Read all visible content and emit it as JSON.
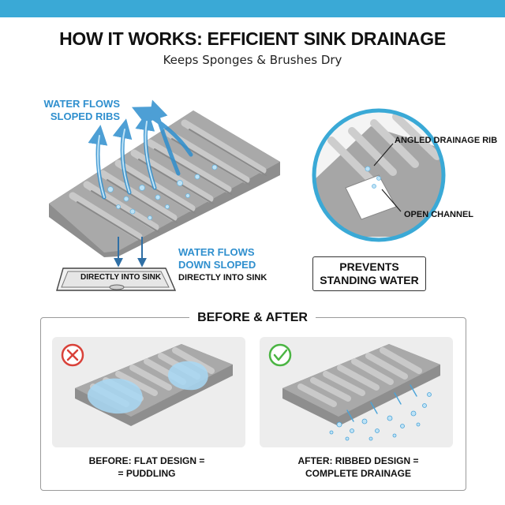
{
  "header": {
    "title": "HOW IT WORKS: EFFICIENT SINK DRAINAGE",
    "subtitle": "Keeps Sponges & Brushes Dry"
  },
  "diagram": {
    "flow_top_line1": "WATER FLOWS",
    "flow_top_line2": "SLOPED RIBS",
    "sink_label": "DIRECTLY INTO SINK",
    "flow_bottom_line1": "WATER FLOWS",
    "flow_bottom_line2": "DOWN SLOPED",
    "flow_bottom_line3": "DIRECTLY INTO SINK"
  },
  "zoom": {
    "rib_label": "ANGLED DRAINAGE RIB",
    "channel_label": "OPEN CHANNEL"
  },
  "callout": {
    "line1": "PREVENTS",
    "line2": "STANDING WATER"
  },
  "comparison": {
    "title": "BEFORE & AFTER",
    "before_caption_line1": "BEFORE: FLAT DESIGN =",
    "before_caption_line2": "= PUDDLING",
    "after_caption_line1": "AFTER: RIBBED DESIGN =",
    "after_caption_line2": "COMPLETE DRAINAGE"
  },
  "icons": {
    "before_icon": "x-circle-icon",
    "after_icon": "check-circle-icon"
  },
  "colors": {
    "accent_blue": "#3aa9d6",
    "tray_gray": "#a7a7a7",
    "bad_red": "#d9423a",
    "good_green": "#4bb543"
  }
}
